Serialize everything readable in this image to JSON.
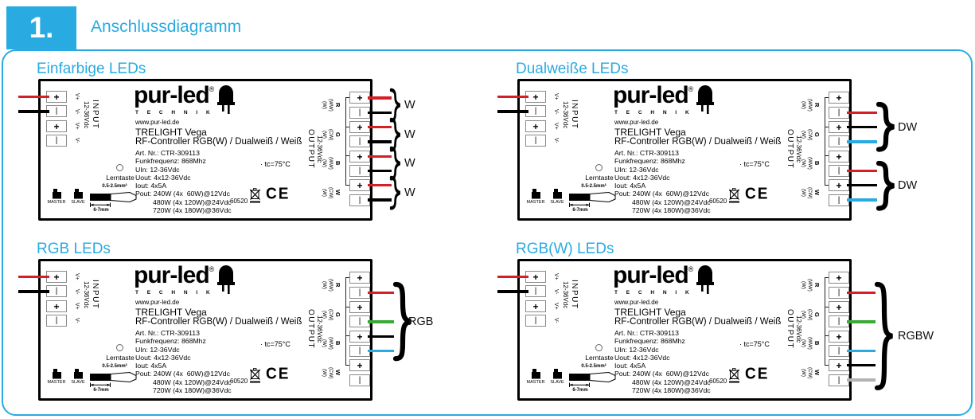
{
  "page": {
    "step_number": "1.",
    "title": "Anschlussdiagramm"
  },
  "colors": {
    "accent": "#29abe2",
    "red": "#d41f26",
    "black": "#000000",
    "blue": "#29abe2",
    "green": "#3aaa35",
    "gray": "#b3b3b3"
  },
  "device": {
    "brand": "pur-led",
    "reg": "®",
    "brand_sub": "T E C H N I K",
    "website": "www.pur-led.de",
    "product": "TRELIGHT Vega",
    "subtitle": "RF-Controller RGB(W) / Dualweiß / Weiß",
    "specs": [
      "Art. Nr.: CTR-309113",
      "Funkfrequenz: 868Mhz",
      "UIn: 12-36Vdc",
      "Uout: 4x12-36Vdc",
      "Iout: 4x5A",
      "Pout: 240W (4x  60W)@12Vdc",
      "480W (4x 120W)@24Vdc",
      "720W (4x 180W)@36Vdc"
    ],
    "temp_note": "· tc=75°C",
    "cert_number": "60520",
    "ce_mark": "CE",
    "learn_button": "Lerntaste",
    "switch_labels": [
      "MASTER",
      "SLAVE"
    ],
    "wire_gauge": "0.5-2.5mm²",
    "strip_length": "6-7mm",
    "input_label": "INPUT",
    "input_voltage": "12-36Vdc",
    "output_label": "OUTPUT",
    "output_voltage": "12-36Vdc",
    "terminal_plus": "+",
    "terminal_minus": "|",
    "input_terminal_labels": [
      "V+",
      "V-",
      "V+",
      "V-"
    ],
    "output_channels": [
      {
        "w": "(W)",
        "alt": "(WW)",
        "ch": "R"
      },
      {
        "w": "(W)",
        "alt": "(CW)",
        "ch": "G"
      },
      {
        "w": "(W)",
        "alt": "(WW)",
        "ch": "B"
      },
      {
        "w": "(W)",
        "alt": "(CW)",
        "ch": "W"
      }
    ],
    "input_wires": [
      {
        "terminal": 1,
        "color": "red"
      },
      {
        "terminal": 2,
        "color": "black"
      }
    ]
  },
  "panels": [
    {
      "title": "Einfarbige LEDs",
      "wires": [
        {
          "terminal": 1,
          "color": "red"
        },
        {
          "terminal": 2,
          "color": "black"
        },
        {
          "terminal": 3,
          "color": "red"
        },
        {
          "terminal": 4,
          "color": "black"
        },
        {
          "terminal": 5,
          "color": "red"
        },
        {
          "terminal": 6,
          "color": "black"
        },
        {
          "terminal": 7,
          "color": "red"
        },
        {
          "terminal": 8,
          "color": "black"
        }
      ],
      "braces": [
        {
          "from": 1,
          "to": 2,
          "label": "W"
        },
        {
          "from": 3,
          "to": 4,
          "label": "W"
        },
        {
          "from": 5,
          "to": 6,
          "label": "W"
        },
        {
          "from": 7,
          "to": 8,
          "label": "W"
        }
      ]
    },
    {
      "title": "Dualweiße LEDs",
      "wires": [
        {
          "terminal": 2,
          "color": "red"
        },
        {
          "terminal": 3,
          "color": "black"
        },
        {
          "terminal": 4,
          "color": "blue"
        },
        {
          "terminal": 6,
          "color": "red"
        },
        {
          "terminal": 7,
          "color": "black"
        },
        {
          "terminal": 8,
          "color": "blue"
        }
      ],
      "braces": [
        {
          "from": 2,
          "to": 4,
          "label": "DW"
        },
        {
          "from": 6,
          "to": 8,
          "label": "DW"
        }
      ]
    },
    {
      "title": "RGB LEDs",
      "wires": [
        {
          "terminal": 2,
          "color": "red"
        },
        {
          "terminal": 4,
          "color": "green"
        },
        {
          "terminal": 5,
          "color": "black"
        },
        {
          "terminal": 6,
          "color": "blue"
        }
      ],
      "braces": [
        {
          "from": 2,
          "to": 6,
          "label": "RGB"
        }
      ]
    },
    {
      "title": "RGB(W) LEDs",
      "wires": [
        {
          "terminal": 2,
          "color": "red"
        },
        {
          "terminal": 4,
          "color": "green"
        },
        {
          "terminal": 6,
          "color": "blue"
        },
        {
          "terminal": 7,
          "color": "black"
        },
        {
          "terminal": 8,
          "color": "gray"
        }
      ],
      "braces": [
        {
          "from": 2,
          "to": 8,
          "label": "RGBW"
        }
      ]
    }
  ]
}
